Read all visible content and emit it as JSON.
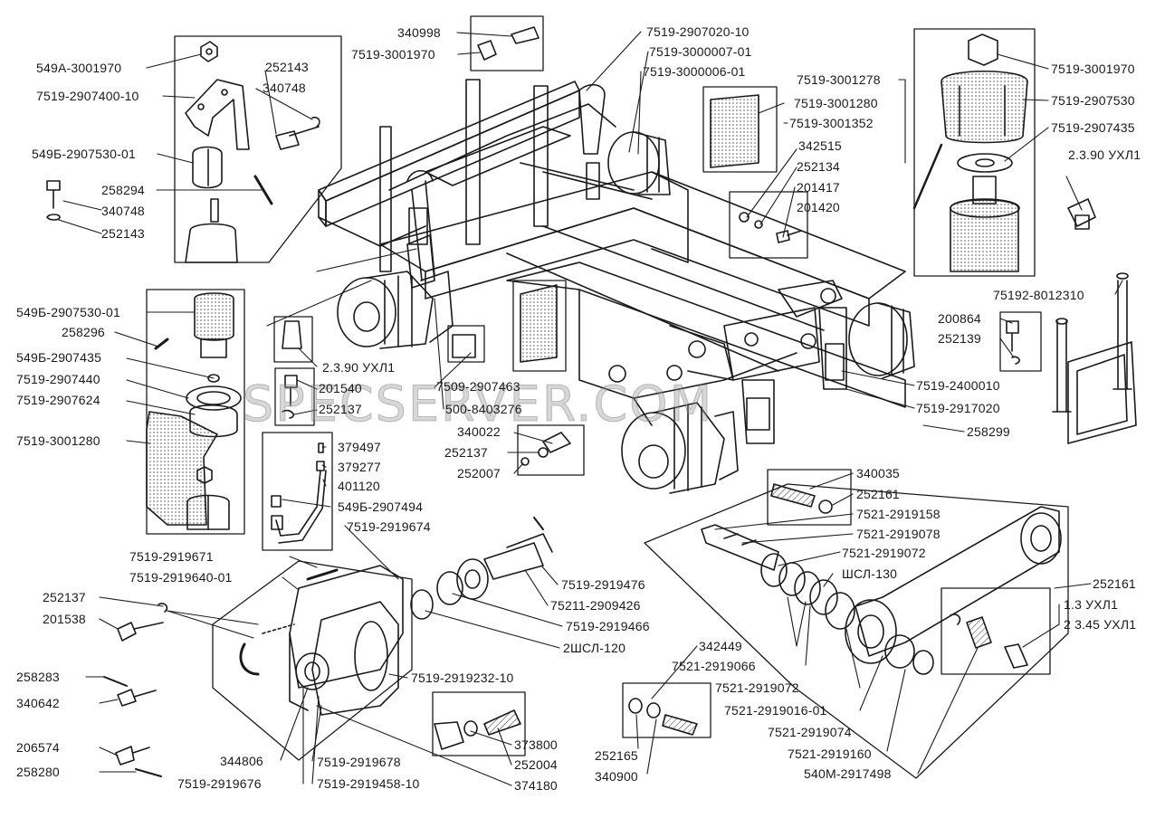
{
  "watermark": "SPECSERVER.COM",
  "colors": {
    "ink": "#1a1a1a",
    "paper": "#ffffff",
    "stipple": "#555555"
  },
  "labels": {
    "l_549A_3001970": "549А-3001970",
    "l_7519_2907400_10": "7519-2907400-10",
    "l_252143_a": "252143",
    "l_340748_a": "340748",
    "l_549B_2907530_01_a": "549Б-2907530-01",
    "l_258294": "258294",
    "l_340748_b": "340748",
    "l_252143_b": "252143",
    "l_340998": "340998",
    "l_7519_3001970_a": "7519-3001970",
    "l_7519_2907020_10": "7519-2907020-10",
    "l_7519_3000007_01": "7519-3000007-01",
    "l_7519_3000006_01": "7519-3000006-01",
    "l_7519_3001278": "7519-3001278",
    "l_7519_3001280_a": "7519-3001280",
    "l_7519_3001352": "7519-3001352",
    "l_342515": "342515",
    "l_252134": "252134",
    "l_201417": "201417",
    "l_201420": "201420",
    "l_7519_3001970_b": "7519-3001970",
    "l_7519_2907530": "7519-2907530",
    "l_7519_2907435": "7519-2907435",
    "l_2390_ukhl1_a": "2.3.90 УХЛ1",
    "l_75192_8012310": "75192-8012310",
    "l_200864": "200864",
    "l_252139": "252139",
    "l_549B_2907530_01_b": "549Б-2907530-01",
    "l_258296": "258296",
    "l_549B_2907435": "549Б-2907435",
    "l_7519_2907440": "7519-2907440",
    "l_7519_2907624": "7519-2907624",
    "l_7519_3001280_b": "7519-3001280",
    "l_2390_ukhl1_b": "2.3.90 УХЛ1",
    "l_201540": "201540",
    "l_252137_a": "252137",
    "l_7509_2907463": "7509-2907463",
    "l_500_8403276": "500-8403276",
    "l_340022": "340022",
    "l_252137_b": "252137",
    "l_252007": "252007",
    "l_379497": "379497",
    "l_379277": "379277",
    "l_401120": "401120",
    "l_549B_2907494": "549Б-2907494",
    "l_7519_2919674": "7519-2919674",
    "l_7519_2400010": "7519-2400010",
    "l_7519_2917020": "7519-2917020",
    "l_258299": "258299",
    "l_340035": "340035",
    "l_252161_a": "252161",
    "l_7521_2919158": "7521-2919158",
    "l_7521_2919078": "7521-2919078",
    "l_7521_2919072_a": "7521-2919072",
    "l_shsl_130": "ШСЛ-130",
    "l_7519_2919671": "7519-2919671",
    "l_7519_2919640_01": "7519-2919640-01",
    "l_252137_c": "252137",
    "l_201538": "201538",
    "l_7519_2919476": "7519-2919476",
    "l_75211_2909426": "75211-2909426",
    "l_7519_2919466": "7519-2919466",
    "l_2shsl_120": "2ШСЛ-120",
    "l_252161_b": "252161",
    "l_13_ukhl1": "1.3 УХЛ1",
    "l_2_345_ukhl1": "2 3.45 УХЛ1",
    "l_258283": "258283",
    "l_340642": "340642",
    "l_7519_2919232_10": "7519-2919232-10",
    "l_342449": "342449",
    "l_7521_2919066": "7521-2919066",
    "l_7521_2919072_b": "7521-2919072",
    "l_7521_2919016_01": "7521-2919016-01",
    "l_7521_2919074": "7521-2919074",
    "l_7521_2919160": "7521-2919160",
    "l_540M_2917498": "540М-2917498",
    "l_206574": "206574",
    "l_258280": "258280",
    "l_344806": "344806",
    "l_7519_2919678": "7519-2919678",
    "l_7519_2919676": "7519-2919676",
    "l_7519_2919458_10": "7519-2919458-10",
    "l_373800": "373800",
    "l_252004": "252004",
    "l_374180": "374180",
    "l_252165": "252165",
    "l_340900": "340900"
  }
}
